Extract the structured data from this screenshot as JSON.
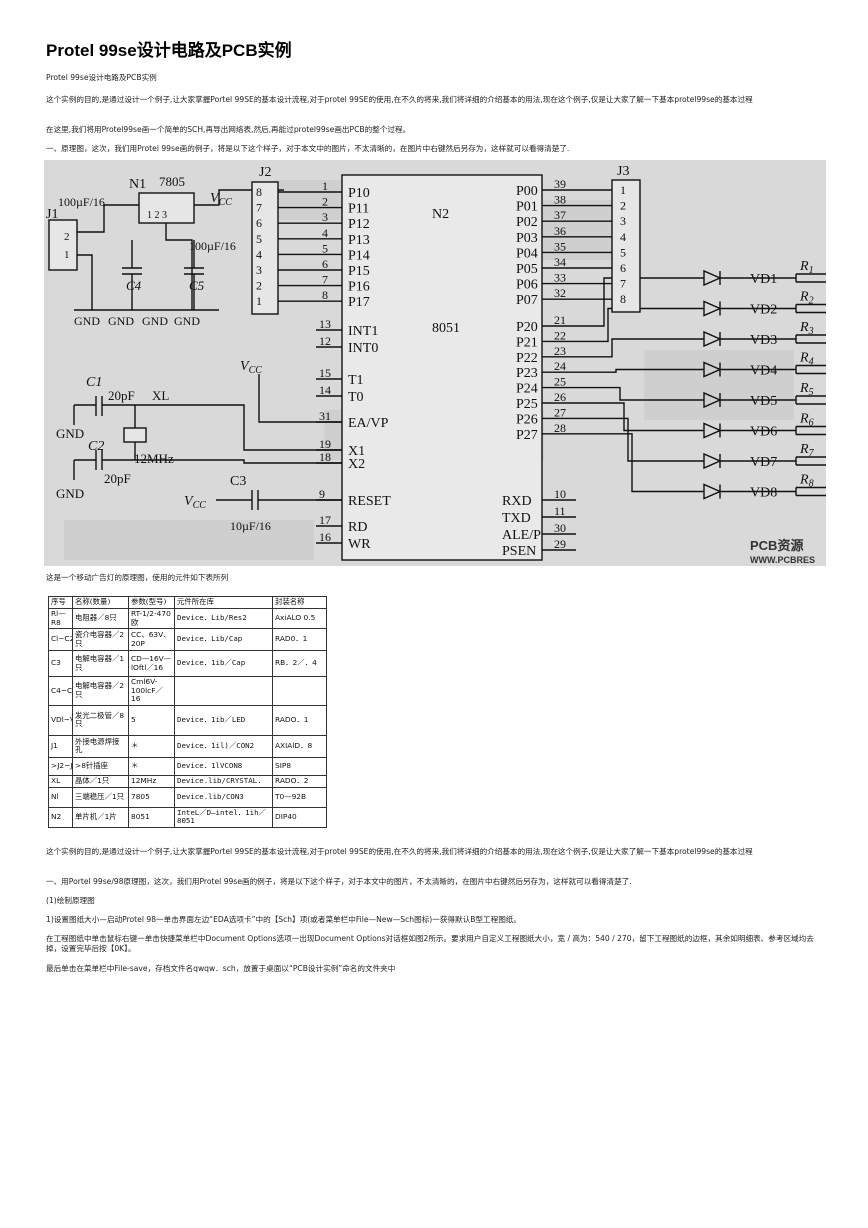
{
  "title": "Protel 99se设计电路及PCB实例",
  "subtitle": "Protel 99se设计电路及PCB实例",
  "paragraphs": {
    "p1": "这个实例的目的,是通过设计一个例子,让大家掌握Portel 99SE的基本设计流程,对于protel 99SE的使用,在不久的将来,我们将详细的介绍基本的用法,现在这个例子,仅是让大家了解一下基本protel99se的基本过程",
    "p2": "在这里,我们将用Protel99se画一个简单的SCH,再导出网络表,然后,再能过protel99se画出PCB的整个过程。",
    "p3": "一、原理图，这次，我们用Protel 99se画的例子，将是以下这个样子，对于本文中的图片，不太清晰的，在图片中右键然后另存为，这样就可以看得清楚了.",
    "p4": "这是一个移动广告灯的原理图，使用的元件如下表所列",
    "p5": "这个实例的目的,是通过设计一个例子,让大家掌握Portel 99SE的基本设计流程,对于protel 99SE的使用,在不久的将来,我们将详细的介绍基本的用法,现在这个例子,仅是让大家了解一下基本protel99se的基本过程",
    "p6": "一、用Portel 99se/98原理图，这次，我们用Protel 99se画的例子，将是以下这个样子，对于本文中的图片，不太清晰的，在图片中右键然后另存为，这样就可以看得清楚了.",
    "p7": "(1)绘制原理图",
    "p8": "1)设置图纸大小—启动Protel 98一单击界面左边“EDA选项卡”中的【Sch】项(或者菜单栏中File—New—Sch图标)一获得默认B型工程图纸。",
    "p9": "在工程图纸中单击鼠标右键一单击快捷菜单栏中Document Options选项一出现Document Options对话框如图2所示。要求用户自定义工程图纸大小，宽 / 高为：540 / 270，留下工程图纸的边框，其余如明细表、参考区域均去掉，设置完毕后按【0K】。",
    "p10": "最后单击在菜单栏中File-save，存档文件名qwqw．sch，放置于桌面以“PCB设计实例”命名的文件夹中"
  },
  "schematic": {
    "watermark_line1": "PCB资源",
    "watermark_line2": "WWW.PCBRES",
    "labels": {
      "j1": "J1",
      "j2": "J2",
      "j3": "J3",
      "n1": "N1",
      "n2": "N2",
      "reg": "7805",
      "mcu": "8051",
      "c1": "C1",
      "c2": "C2",
      "c3": "C3",
      "c4": "C4",
      "c5": "C5",
      "xl": "XL",
      "xtal": "12MHz",
      "cap1": "100µF/16",
      "cap2": "100µF/16",
      "cap3": "10µF/16",
      "pf1": "20pF",
      "pf2": "20pF",
      "vcc": "V",
      "vcc_sub": "CC",
      "gnd": "GND",
      "reg_pins": "1 2 3",
      "j1_pin1": "1",
      "j1_pin2": "2"
    },
    "j2_pins": [
      "8",
      "7",
      "6",
      "5",
      "4",
      "3",
      "2",
      "1"
    ],
    "p1_nums": [
      "1",
      "2",
      "3",
      "4",
      "5",
      "6",
      "7",
      "8"
    ],
    "p1_names": [
      "P10",
      "P11",
      "P12",
      "P13",
      "P14",
      "P15",
      "P16",
      "P17"
    ],
    "left_pins": [
      {
        "num": "13",
        "name": "INT1"
      },
      {
        "num": "12",
        "name": "INT0"
      },
      {
        "num": "15",
        "name": "T1"
      },
      {
        "num": "14",
        "name": "T0"
      },
      {
        "num": "31",
        "name": "EA/VP"
      },
      {
        "num": "19",
        "name": "X1"
      },
      {
        "num": "18",
        "name": "X2"
      },
      {
        "num": "9",
        "name": "RESET"
      },
      {
        "num": "17",
        "name": "RD"
      },
      {
        "num": "16",
        "name": "WR"
      }
    ],
    "p0_names": [
      "P00",
      "P01",
      "P02",
      "P03",
      "P04",
      "P05",
      "P06",
      "P07"
    ],
    "p0_nums": [
      "39",
      "38",
      "37",
      "36",
      "35",
      "34",
      "33",
      "32"
    ],
    "j3_pins": [
      "1",
      "2",
      "3",
      "4",
      "5",
      "6",
      "7",
      "8"
    ],
    "p2_names": [
      "P20",
      "P21",
      "P22",
      "P23",
      "P24",
      "P25",
      "P26",
      "P27"
    ],
    "p2_nums": [
      "21",
      "22",
      "23",
      "24",
      "25",
      "26",
      "27",
      "28"
    ],
    "right_pins": [
      {
        "num": "10",
        "name": "RXD"
      },
      {
        "num": "11",
        "name": "TXD"
      },
      {
        "num": "30",
        "name": "ALE/P"
      },
      {
        "num": "29",
        "name": "PSEN"
      }
    ],
    "leds": [
      "VD1",
      "VD2",
      "VD3",
      "VD4",
      "VD5",
      "VD6",
      "VD7",
      "VD8"
    ],
    "resistors": [
      "1",
      "2",
      "3",
      "4",
      "5",
      "6",
      "7",
      "8"
    ],
    "resistor_prefix": "R"
  },
  "table": {
    "headers": [
      "序号",
      "名称(数量)",
      "参数(型号)",
      "元件所在库",
      "封装名称"
    ],
    "rows": [
      [
        "Rl—R8",
        "电阻器／8只",
        "RT-1/2-470欧",
        "Device．Lib/Res2",
        "AxiALO 0.5"
      ],
      [
        "Cl~C2",
        "瓷介电容器／2只",
        "CC、63V、20P",
        "Device．Lib/Cap",
        "RAD0．1"
      ],
      [
        "C3",
        "电解电容器／1只",
        "CD—16V—lOftl／16",
        "Device．1ib／Cap",
        "RB．2／．4"
      ],
      [
        "C4~C5",
        "电解电容器／2只",
        "Cml6V-100lcF／16",
        "",
        ""
      ],
      [
        "VDl~VD8",
        "发光二极管／8只",
        "5",
        "Device．1ib／LED",
        "RADO．1"
      ],
      [
        "J1",
        "外接电源焊接孔",
        "＊",
        "Device．1il)／CON2",
        "AXIAlD．8"
      ],
      [
        ">J2~J3",
        ">8针插座",
        "＊",
        "Device．1lVCON8",
        "SIP8"
      ],
      [
        "XL",
        "晶体／1只",
        "12MHz",
        "Device.lib/CRYSTAL.",
        "RADO．2"
      ],
      [
        "Nl",
        "三端稳压／1只",
        "7805",
        "Device.lib/CON3",
        "T0—92B"
      ],
      [
        "N2",
        "单片机／1片",
        "8051",
        "InteL／D—intel．1ih／8051",
        "DIP40"
      ]
    ]
  }
}
